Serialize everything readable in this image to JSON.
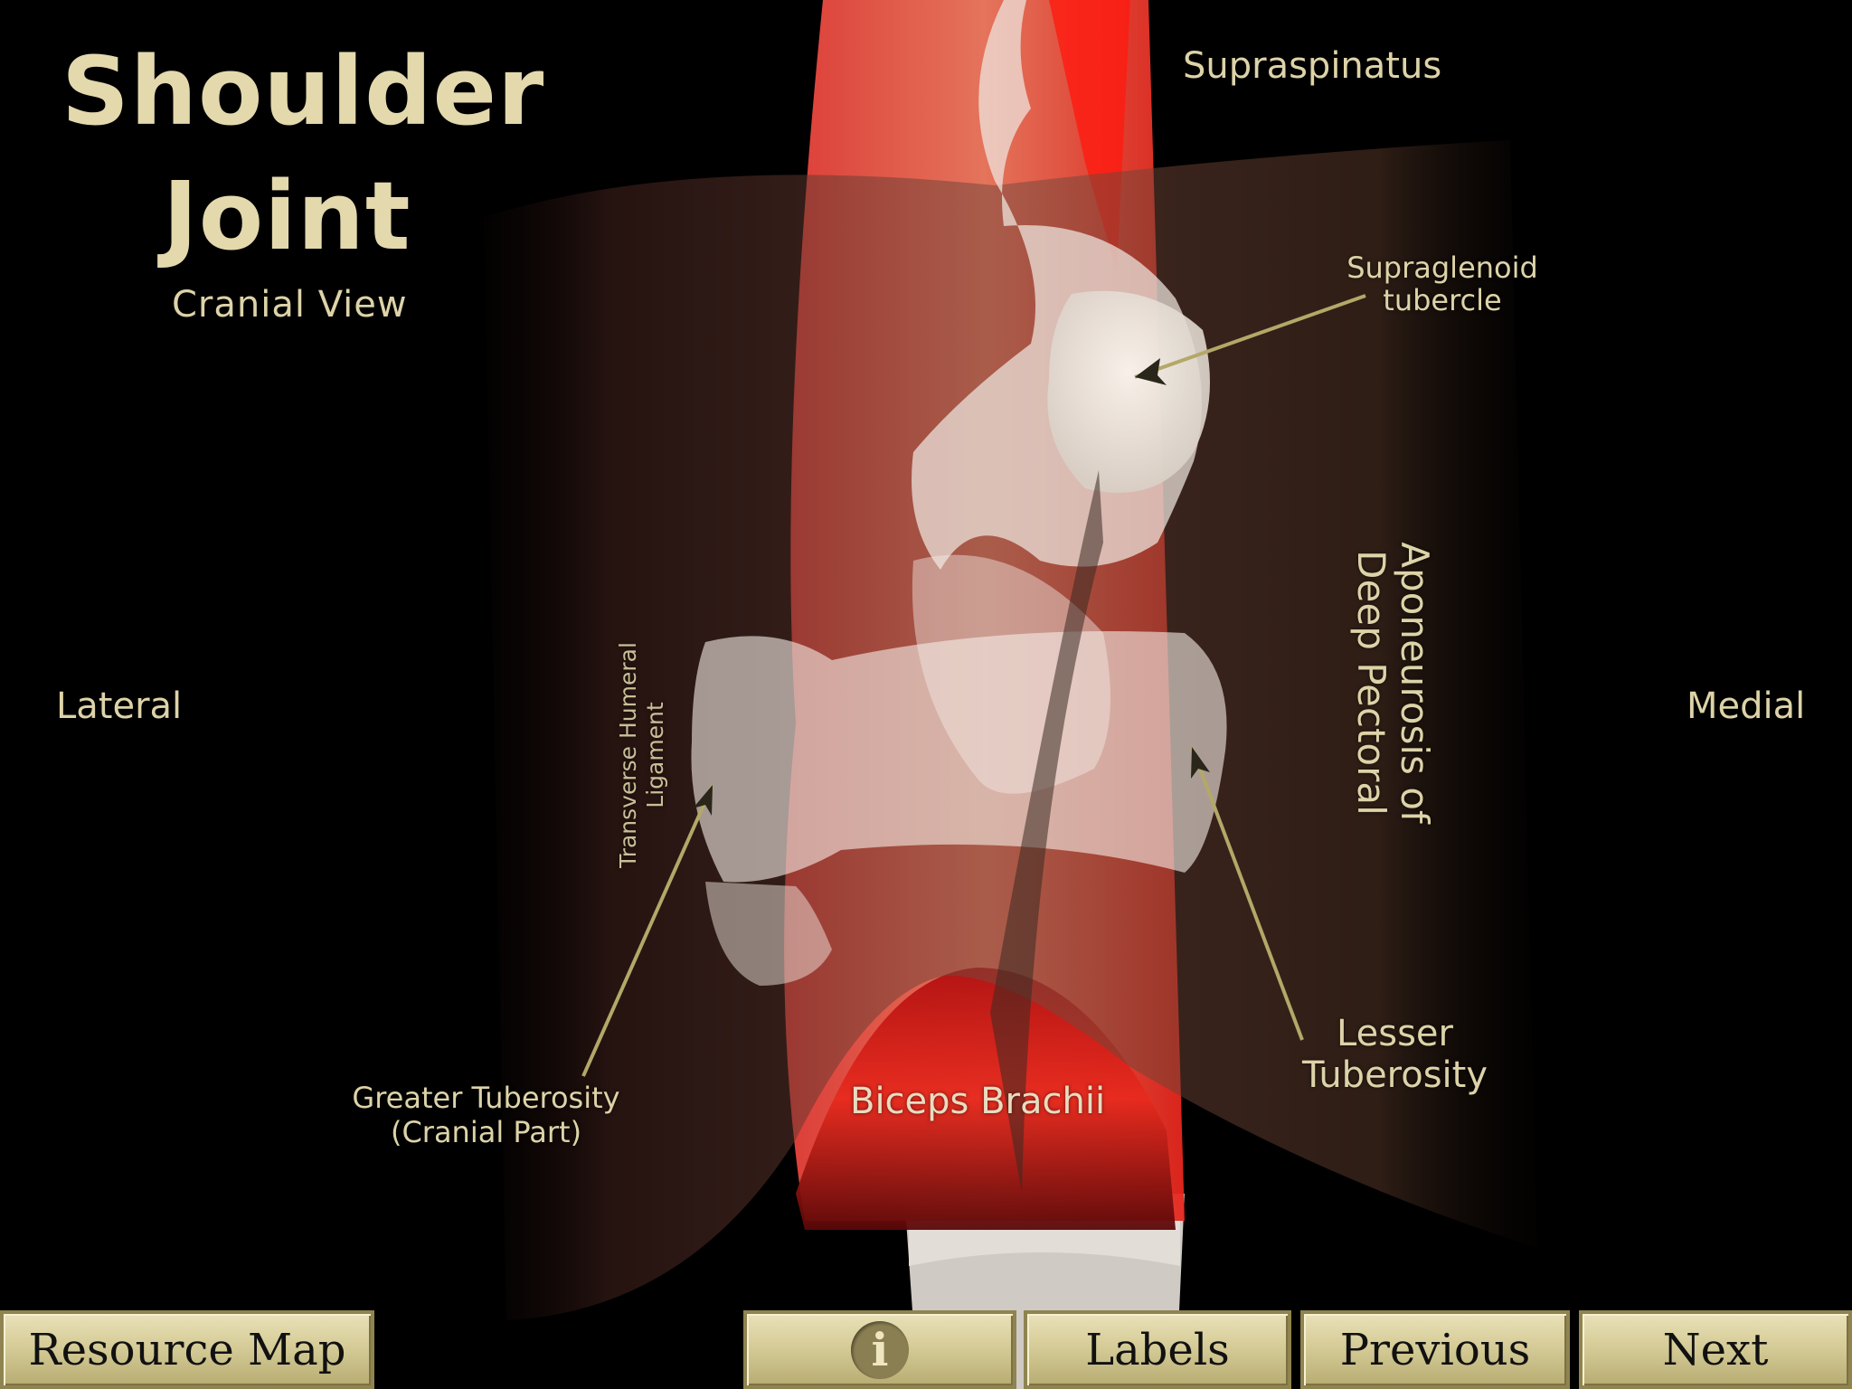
{
  "title": {
    "line1": "Shoulder",
    "line2": "Joint",
    "view": "Cranial View"
  },
  "orientation": {
    "left": "Lateral",
    "right": "Medial"
  },
  "labels": {
    "supraspinatus": "Supraspinatus",
    "supraglenoid_line1": "Supraglenoid",
    "supraglenoid_line2": "tubercle",
    "aponeurosis_line1": "Aponeurosis of",
    "aponeurosis_line2": "Deep Pectoral",
    "transverse_line1": "Transverse Humeral",
    "transverse_line2": "Ligament",
    "greater_line1": "Greater Tuberosity",
    "greater_line2": "(Cranial Part)",
    "lesser_line1": "Lesser",
    "lesser_line2": "Tuberosity",
    "biceps": "Biceps Brachii"
  },
  "toolbar": {
    "resource_map": "Resource Map",
    "info_glyph": "i",
    "labels": "Labels",
    "previous": "Previous",
    "next": "Next"
  },
  "colors": {
    "label": "#ddd3a8",
    "muscle_red": "#e8231c",
    "bone": "#f2ebe3",
    "button_gold": "#d6cc98"
  },
  "icons": {
    "info": "info-icon"
  }
}
